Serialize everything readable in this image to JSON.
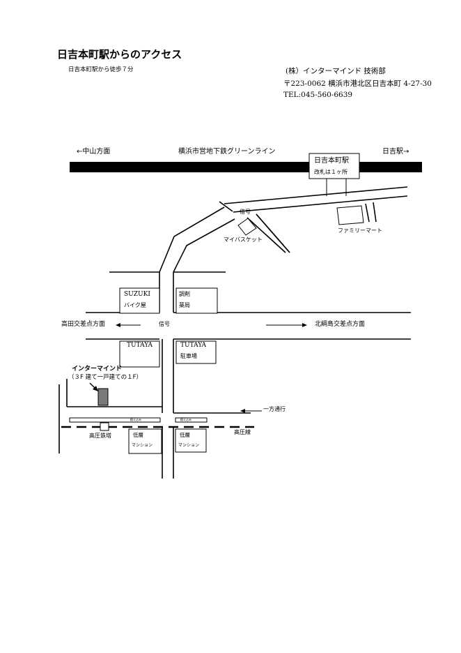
{
  "header": {
    "title": "日吉本町駅からのアクセス",
    "subtitle": "日吉本町駅から徒歩７分",
    "company": "(株）インターマインド 技術部",
    "address": "〒223-0062 横浜市港北区日吉本町 4-27-30",
    "tel": "TEL:045-560-6639"
  },
  "map": {
    "railway_left": "←中山方面",
    "railway_name": "横浜市営地下鉄グリーンライン",
    "railway_right": "日吉駅→",
    "station_name": "日吉本町駅",
    "station_note": "改札は１ヶ所",
    "signal_upper": "信号",
    "mybasket": "マイバスケット",
    "familymart": "ファミリーマート",
    "suzuki_line1": "SUZUKI",
    "suzuki_line2": "バイク屋",
    "pharmacy_line1": "調剤",
    "pharmacy_line2": "薬局",
    "left_direction": "高田交差点方面",
    "signal_lower": "信号",
    "right_direction": "北綱島交差点方面",
    "tutaya_left": "TUTAYA",
    "tutaya_right_line1": "TUTAYA",
    "tutaya_right_line2": "駐車場",
    "office_name": "インターマインド",
    "office_note": "（３F 建て一戸建ての１F）",
    "one_way": "一方通行",
    "planting_left": "植え込み",
    "planting_right": "植え込み",
    "tower": "高圧鉄塔",
    "power_line": "高圧線",
    "mansion_left_line1": "低層",
    "mansion_left_line2": "マンション",
    "mansion_right_line1": "低層",
    "mansion_right_line2": "マンション"
  }
}
